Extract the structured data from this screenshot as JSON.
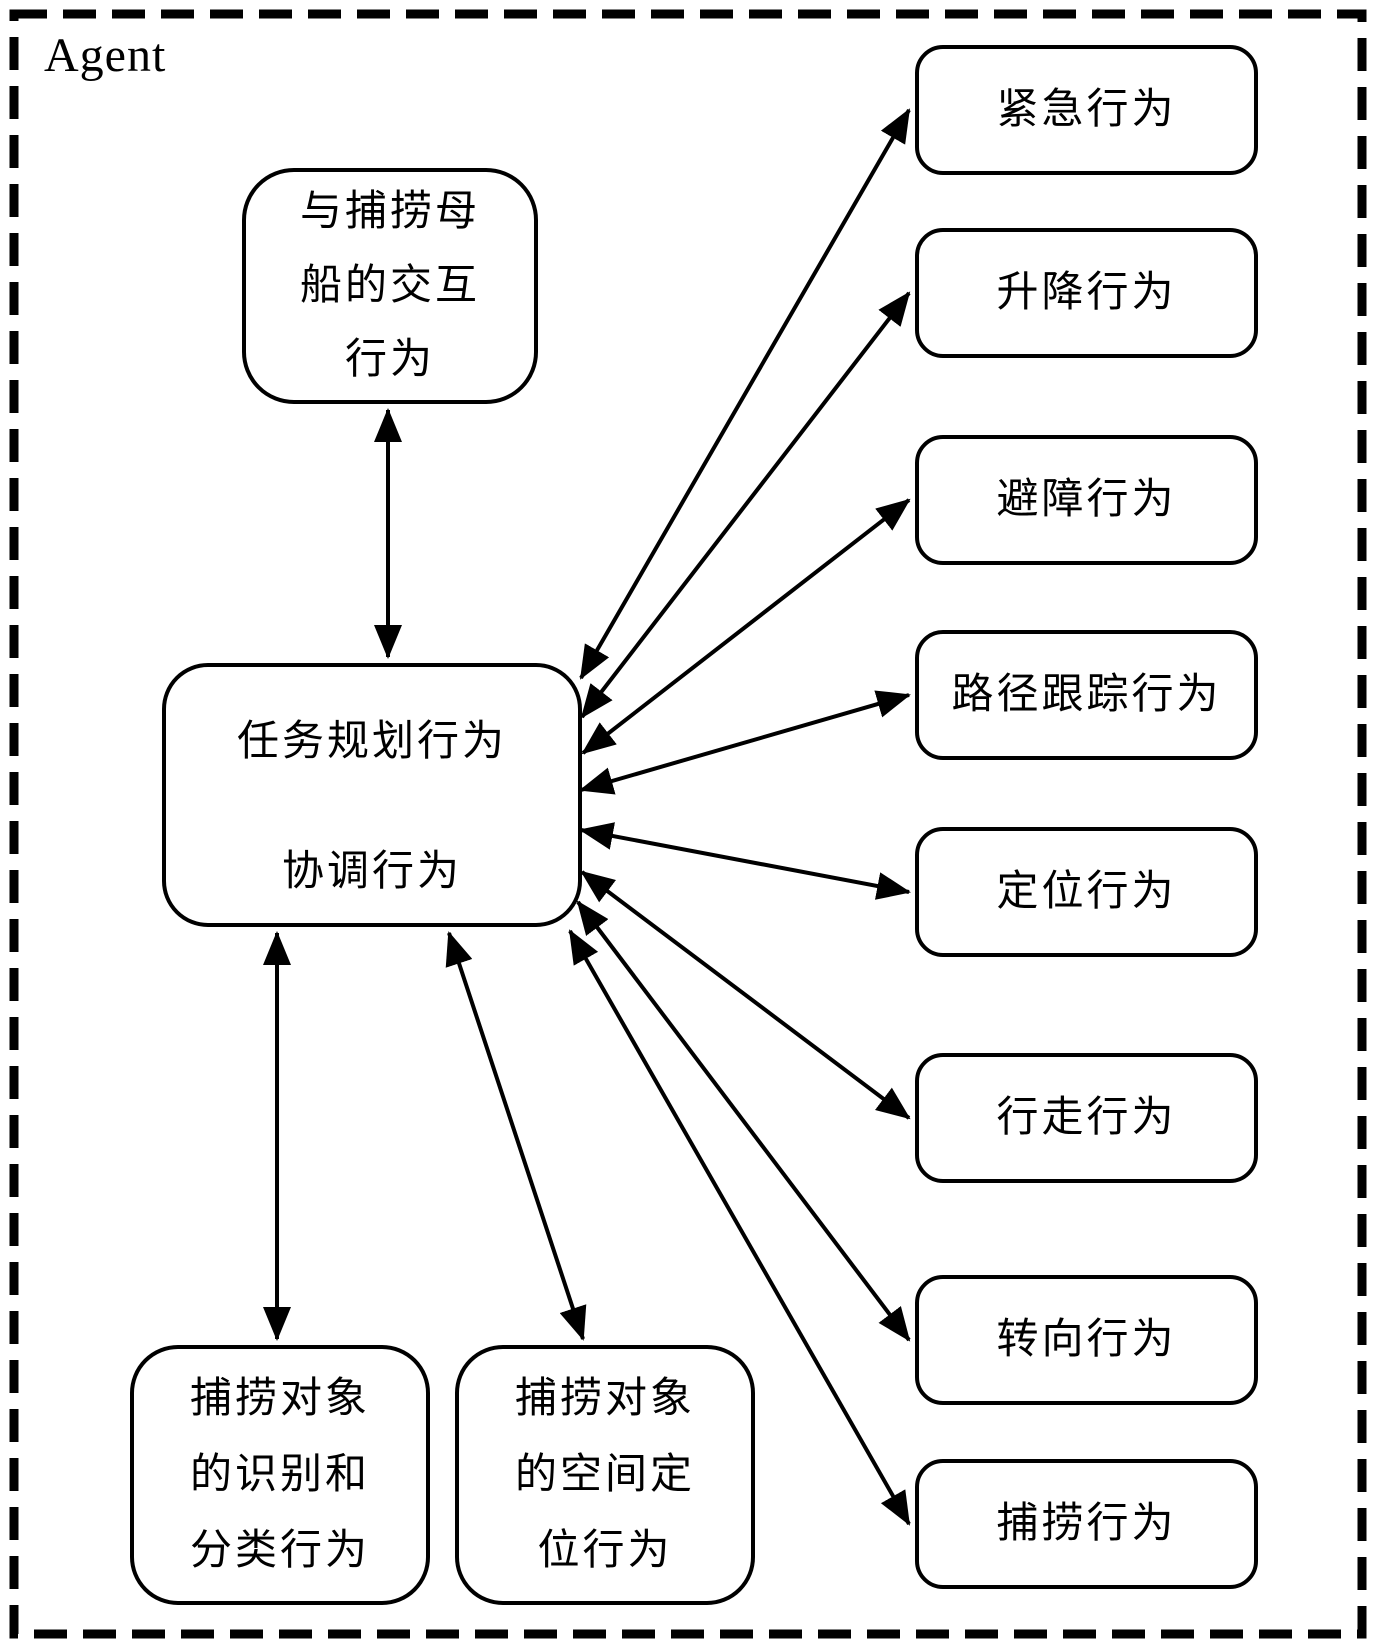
{
  "frame": {
    "label": "Agent"
  },
  "colors": {
    "ink": "#000000",
    "background": "#ffffff"
  },
  "nodes": {
    "interaction": {
      "lines": [
        "与捕捞母",
        "船的交互",
        "行为"
      ]
    },
    "planning": {
      "lines": [
        "任务规划行为",
        "协调行为"
      ]
    },
    "recognition": {
      "lines": [
        "捕捞对象",
        "的识别和",
        "分类行为"
      ]
    },
    "spatial": {
      "lines": [
        "捕捞对象",
        "的空间定",
        "位行为"
      ]
    },
    "right_column": [
      {
        "label": "紧急行为"
      },
      {
        "label": "升降行为"
      },
      {
        "label": "避障行为"
      },
      {
        "label": "路径跟踪行为"
      },
      {
        "label": "定位行为"
      },
      {
        "label": "行走行为"
      },
      {
        "label": "转向行为"
      },
      {
        "label": "捕捞行为"
      }
    ]
  }
}
